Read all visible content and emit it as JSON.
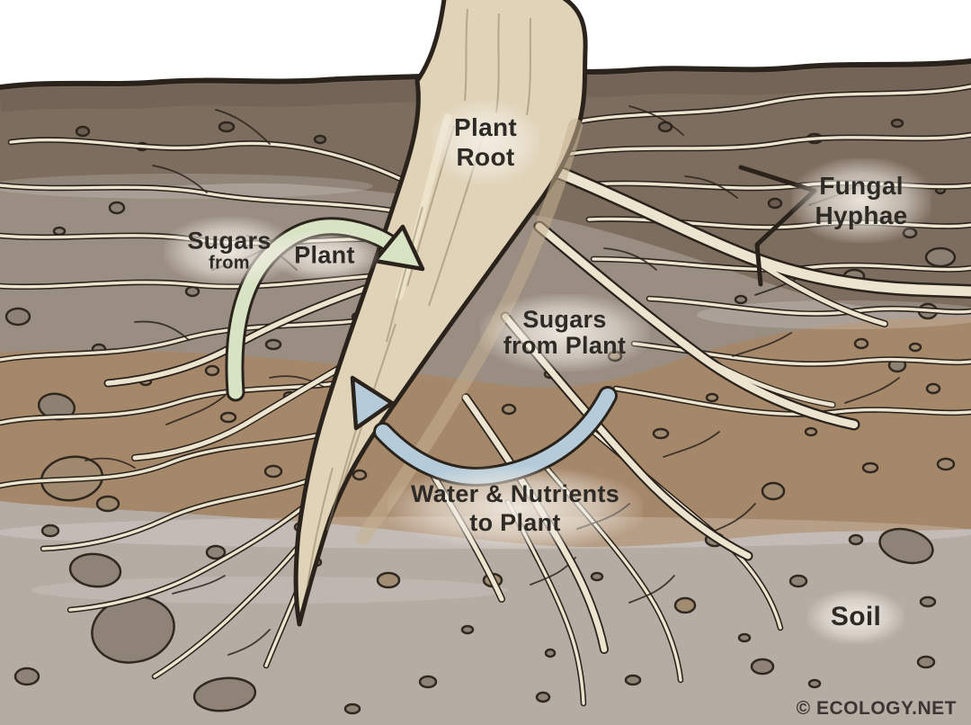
{
  "labels": {
    "plant_root": {
      "line1": "Plant",
      "line2": "Root"
    },
    "fungal_hyphae": {
      "line1": "Fungal",
      "line2": "Hyphae"
    },
    "sugars_from_plant_left": {
      "word1": "Sugars",
      "word2": "from",
      "word3": "Plant"
    },
    "sugars_from_plant_right": {
      "line1": "Sugars",
      "line2": "from Plant"
    },
    "water_nutrients": {
      "line1": "Water & Nutrients",
      "line2": "to Plant"
    },
    "soil": "Soil",
    "credit": "© ECOLOGY.NET"
  },
  "colors": {
    "outline": "#2a231b",
    "sky": "#ffffff",
    "soil_top": "#7d6d5f",
    "soil_top_shade": "#6b5d50",
    "soil_mid": "#9a8d82",
    "soil_brown": "#a5876a",
    "soil_bottom": "#b5aca4",
    "root_fill": "#e0d3b8",
    "root_shadow": "#c4b190",
    "hypha_fill": "#ede4d0",
    "rock_dark": "#6a5c4f",
    "rock_gray": "#8c8174",
    "rock_tan": "#a08b70",
    "arrow_green": "#d8e3c4",
    "arrow_blue": "#b6cbd9",
    "label_text": "#2e2a25",
    "credit_text": "#3b3633"
  }
}
